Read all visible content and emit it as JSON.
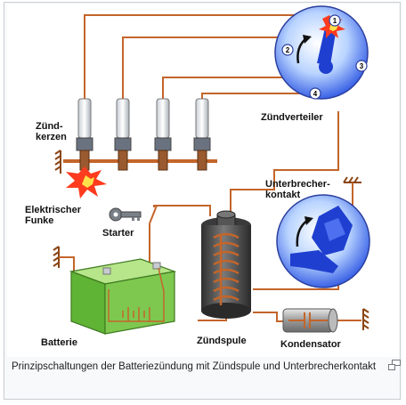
{
  "labels": {
    "zuendkerzen_line1": "Zünd-",
    "zuendkerzen_line2": "kerzen",
    "zuendverteiler": "Zündverteiler",
    "elektrischer": "Elektrischer",
    "funke": "Funke",
    "unterbrecher_line1": "Unterbrecher-",
    "unterbrecher_line2": "kontakt",
    "starter": "Starter",
    "batterie": "Batterie",
    "zuendspule": "Zündspule",
    "kondensator": "Kondensator"
  },
  "distributor_numbers": [
    "1",
    "2",
    "3",
    "4"
  ],
  "caption": "Prinzipschaltungen der Batteriezündung mit Zündspule und Unterbrecherkontakt",
  "colors": {
    "wire": "#c4652a",
    "distributor": "#3b63e6",
    "battery": "#7ec850",
    "coil_body": "#4a4a4a",
    "ground": "#8b4513"
  },
  "icons": [
    "expand-icon",
    "key-icon",
    "spark-icon"
  ]
}
